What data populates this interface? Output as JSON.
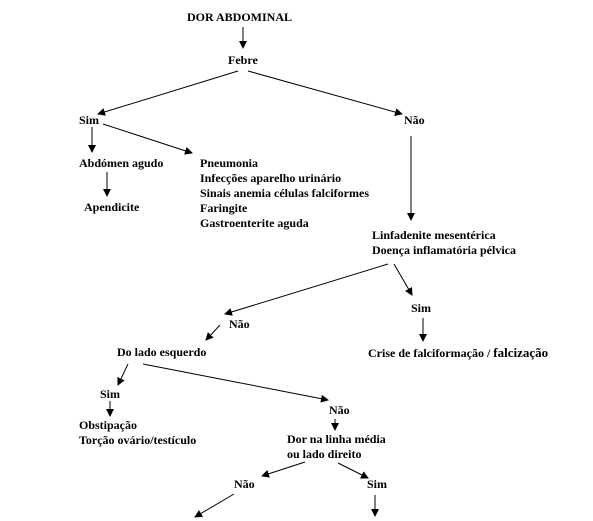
{
  "diagram": {
    "root": "DOR ABDOMINAL",
    "fever": "Febre",
    "fever_yes": "Sim",
    "fever_no": "Não",
    "acute_abdomen": "Abdómen agudo",
    "appendicitis": "Apendicite",
    "other_causes": [
      "Pneumonia",
      "Infecções aparelho urinário",
      "Sinais anemia células falciformes",
      "Faringite",
      "Gastroenterite aguda"
    ],
    "lymph_pelvic": [
      "Linfadenite mesentérica",
      "Doença inflamatória pélvica"
    ],
    "lymph_no": "Não",
    "lymph_yes": "Sim",
    "sickle_crisis_main": "Crise de falciformação /",
    "sickle_crisis_tail": "falcização",
    "left_side": "Do lado esquerdo",
    "left_yes": "Sim",
    "left_no": "Não",
    "left_causes": [
      "Obstipação",
      "Torção ovário/testículo"
    ],
    "midline_right": [
      "Dor na linha média",
      "ou lado direito"
    ],
    "midline_no": "Não",
    "midline_yes": "Sim"
  },
  "colors": {
    "text": "#000000",
    "lines": "#000000",
    "background": "#ffffff"
  }
}
